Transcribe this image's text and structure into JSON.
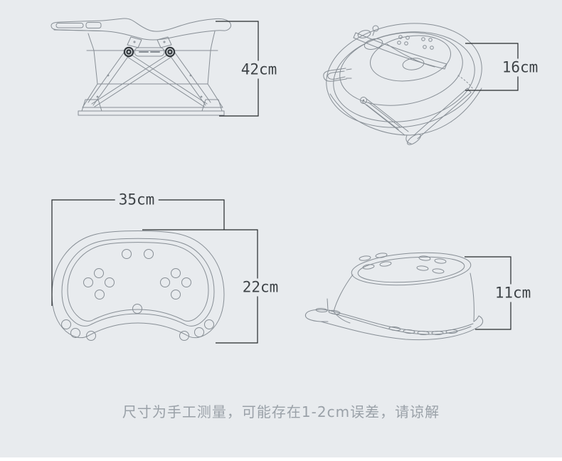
{
  "palette": {
    "bg": "#e8ebee",
    "strip": "#ffffff",
    "draw": "#878e95",
    "dim": "#26292c",
    "dimtext": "#3e4347",
    "note": "#9aa1a8",
    "hub": "#33383d",
    "hubring": "#d5dadd"
  },
  "dimensions": {
    "unfolded_height": "42cm",
    "folded_height": "16cm",
    "seat_width": "35cm",
    "seat_depth": "22cm",
    "folded_base_height": "11cm"
  },
  "note": "尺寸为手工测量，可能存在1-2cm误差，请谅解"
}
